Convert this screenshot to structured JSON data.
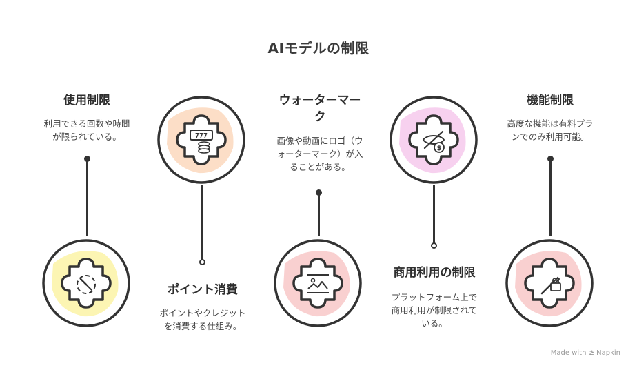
{
  "title": "AIモデルの制限",
  "items": [
    {
      "heading": "使用制限",
      "desc": [
        "利用できる回数や時間",
        "が限られている。"
      ],
      "icon": "timer-icon",
      "color": "#fbf3a6"
    },
    {
      "heading": "ポイント消費",
      "desc": [
        "ポイントやクレジット",
        "を消費する仕組み。"
      ],
      "icon": "slot-machine-coins-icon",
      "color": "#fbd8bd"
    },
    {
      "heading_lines": [
        "ウォーターマー",
        "ク"
      ],
      "desc": [
        "画像や動画にロゴ（ウ",
        "ォーターマーク）が入",
        "ることがある。"
      ],
      "icon": "image-watermark-icon",
      "color": "#f8c8c8"
    },
    {
      "heading": "商用利用の制限",
      "desc": [
        "プラットフォーム上で",
        "商用利用が制限されて",
        "いる。"
      ],
      "icon": "no-money-icon",
      "color": "#f6c9ec"
    },
    {
      "heading": "機能制限",
      "desc": [
        "高度な機能は有料プラ",
        "ンでのみ利用可能。"
      ],
      "icon": "locked-feature-icon",
      "color": "#f8c8c8"
    }
  ],
  "watermark": "Made with ≱ Napkin"
}
